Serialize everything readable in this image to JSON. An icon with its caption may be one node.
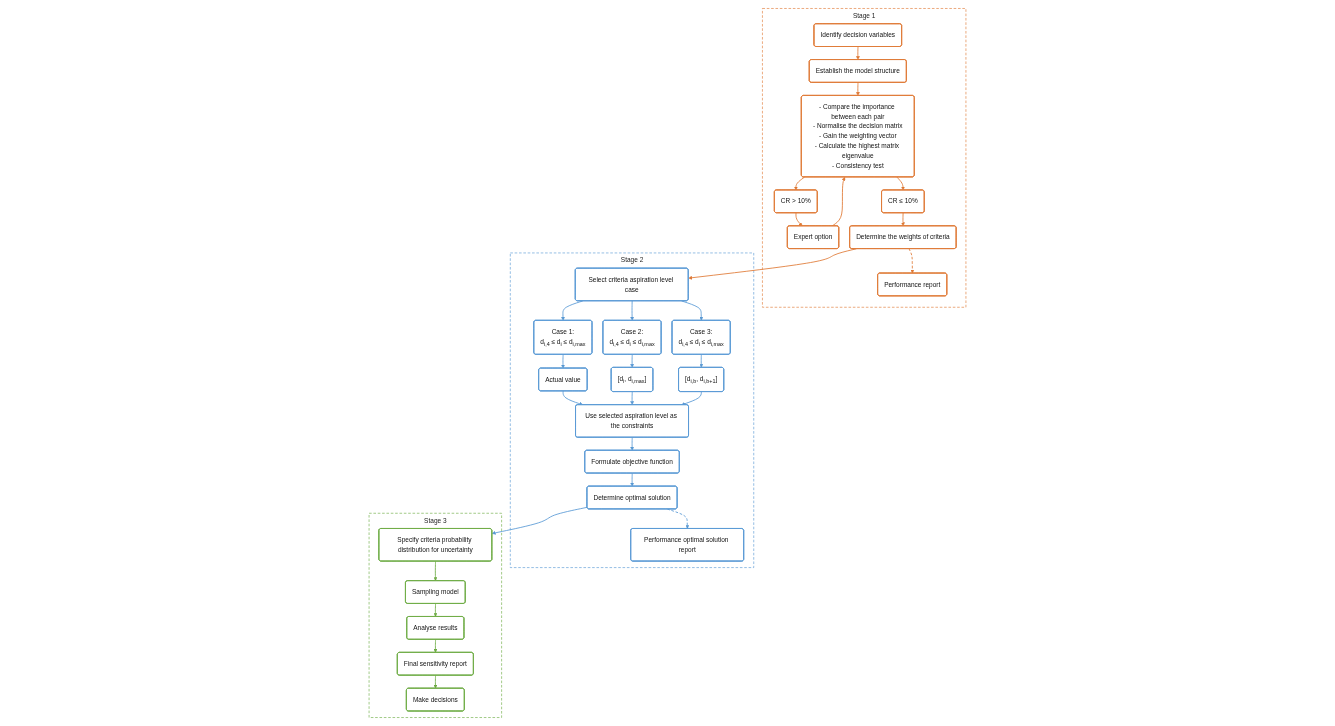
{
  "diagram": {
    "nodes": [
      {
        "text": [
          "Stage 1"
        ]
      },
      {
        "text": [
          "Identify decision variables"
        ],
        "in": 0
      },
      {
        "text": [
          "Establish the model structure"
        ],
        "in": 0
      },
      {
        "text": [
          "Expert option"
        ],
        "in": 0
      },
      {
        "text": [
          "- Compare the importance between each pair",
          "- Normalise the decision matrix",
          "- Gain the weighting vector",
          "- Calculate the highest matrix eigenvalue",
          "- Consistency test"
        ],
        "in": 0
      },
      {
        "text": [
          "CR > 10%"
        ],
        "in": 0
      },
      {
        "text": [
          "CR ≤ 10%"
        ],
        "in": 0
      },
      {
        "text": [
          "Determine the weights of criteria"
        ],
        "in": 0
      },
      {
        "text": [
          "Performance report"
        ],
        "in": 0
      },
      {
        "text": [
          "Stage 2"
        ]
      },
      {
        "text": [
          "Select criteria aspiration level case"
        ],
        "in": 9
      },
      {
        "text": [
          "Case 1:",
          "d$_{i,4}$ ≤ d$_{i}$ ≤ d$_{i,max}$"
        ],
        "in": 9
      },
      {
        "text": [
          "Case 2:",
          "d$_{i,4}$ ≤ d$_{i}$ ≤ d$_{i,max}$"
        ],
        "in": 9
      },
      {
        "text": [
          "Case 3:",
          "d$_{i,4}$ ≤ d$_{i}$ ≤ d$_{i,max}$"
        ],
        "in": 9
      },
      {
        "text": [
          "Actual value"
        ],
        "in": 9
      },
      {
        "text": [
          "[d$_{i}$, d$_{i,max}$]"
        ],
        "in": 9
      },
      {
        "text": [
          "[d$_{i,b}$, d$_{i,b+1}$]"
        ],
        "in": 9
      },
      {
        "text": [
          "Use selected aspiration level as the constraints"
        ],
        "in": 9
      },
      {
        "text": [
          "Formulate objective function"
        ],
        "in": 9
      },
      {
        "text": [
          "Determine optimal solution"
        ],
        "in": 9
      },
      {
        "text": [
          "Performance optimal solution report"
        ],
        "in": 9
      },
      {
        "text": [
          "Stage 3"
        ]
      },
      {
        "text": [
          "Specify criteria probability distribution for uncertainty"
        ],
        "in": 21
      },
      {
        "text": [
          "Sampling model"
        ],
        "in": 21
      },
      {
        "text": [
          "Analyse results"
        ],
        "in": 21
      },
      {
        "text": [
          "Final sensitivity report"
        ],
        "in": 21
      },
      {
        "text": [
          "Make decisions"
        ],
        "in": 21
      }
    ],
    "edges": [
      {
        "from": 1,
        "to": 2,
        "arrow": "to",
        "color": "#e07b39"
      },
      {
        "from": 2,
        "to": 4,
        "arrow": "to",
        "color": "#e07b39"
      },
      {
        "from": 3,
        "to": 4,
        "arrow": "to",
        "color": "#e07b39"
      },
      {
        "from": 4,
        "to": 5,
        "arrow": "to",
        "color": "#e07b39"
      },
      {
        "from": 5,
        "to": 3,
        "arrow": "to",
        "color": "#e07b39"
      },
      {
        "from": 4,
        "to": 6,
        "arrow": "to",
        "color": "#e07b39"
      },
      {
        "from": 6,
        "to": 7,
        "arrow": "to",
        "color": "#e07b39"
      },
      {
        "from": 7,
        "to": 8,
        "arrow": "to",
        "style": "dashed",
        "color": "#e07b39"
      },
      {
        "from": 7,
        "to": 10,
        "arrow": "to",
        "color": "#e07b39"
      },
      {
        "from": 10,
        "to": 11,
        "arrow": "to"
      },
      {
        "from": 10,
        "to": 12,
        "arrow": "to"
      },
      {
        "from": 10,
        "to": 13,
        "arrow": "to"
      },
      {
        "from": 11,
        "to": 14,
        "arrow": "to"
      },
      {
        "from": 12,
        "to": 15,
        "arrow": "to"
      },
      {
        "from": 13,
        "to": 16,
        "arrow": "to"
      },
      {
        "from": 14,
        "to": 17,
        "arrow": "to"
      },
      {
        "from": 15,
        "to": 17,
        "arrow": "to"
      },
      {
        "from": 16,
        "to": 17,
        "arrow": "to"
      },
      {
        "from": 17,
        "to": 18,
        "arrow": "to"
      },
      {
        "from": 18,
        "to": 19,
        "arrow": "to"
      },
      {
        "from": 19,
        "to": 20,
        "arrow": "to",
        "style": "dashed"
      },
      {
        "from": 19,
        "to": 22,
        "arrow": "to"
      },
      {
        "from": 22,
        "to": 23,
        "arrow": "to",
        "color": "#70ad47"
      },
      {
        "from": 23,
        "to": 24,
        "arrow": "to",
        "color": "#70ad47"
      },
      {
        "from": 24,
        "to": 25,
        "arrow": "to",
        "color": "#70ad47"
      },
      {
        "from": 25,
        "to": 26,
        "arrow": "to",
        "color": "#70ad47"
      }
    ]
  }
}
